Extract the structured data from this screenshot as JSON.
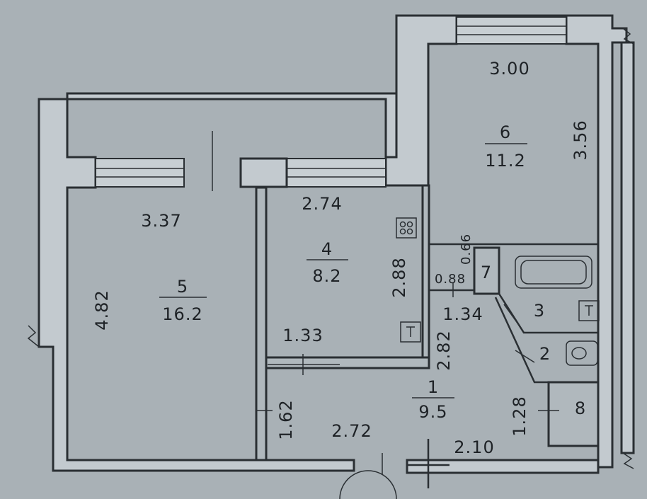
{
  "rooms": {
    "r5": {
      "number": "5",
      "area": "16.2"
    },
    "r4": {
      "number": "4",
      "area": "8.2"
    },
    "r6": {
      "number": "6",
      "area": "11.2"
    },
    "r1": {
      "number": "1",
      "area": "9.5"
    },
    "r3": {
      "number": "3"
    },
    "r2": {
      "number": "2"
    },
    "r7": {
      "number": "7"
    },
    "r8": {
      "number": "8"
    }
  },
  "dimensions": {
    "d_337": "3.37",
    "d_482": "4.82",
    "d_274": "2.74",
    "d_288": "2.88",
    "d_300": "3.00",
    "d_356": "3.56",
    "d_133": "1.33",
    "d_162": "1.62",
    "d_272": "2.72",
    "d_210": "2.10",
    "d_128": "1.28",
    "d_282": "2.82",
    "d_134": "1.34",
    "d_088": "0.88",
    "d_066": "0.66"
  }
}
